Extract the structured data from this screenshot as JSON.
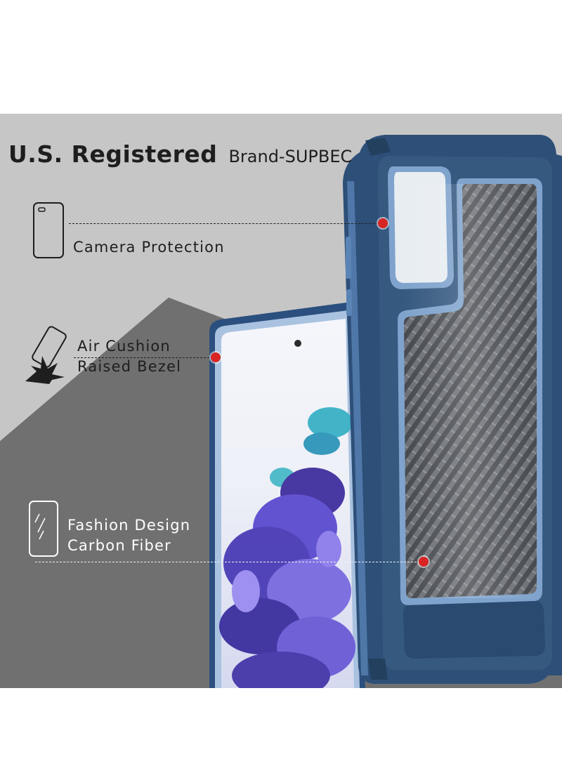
{
  "header": {
    "title": "U.S. Registered",
    "brand": "Brand-SUPBEC"
  },
  "features": [
    {
      "line1": "Camera Protection",
      "line2": "",
      "icon": "phone-outline-icon"
    },
    {
      "line1": "Air Cushion",
      "line2": "Raised Bezel",
      "icon": "drop-impact-icon"
    },
    {
      "line1": "Fashion Design",
      "line2": "Carbon Fiber",
      "icon": "clear-case-icon"
    }
  ],
  "colors": {
    "background_light": "#c6c6c6",
    "background_dark": "#707070",
    "case_blue": "#2d4f78",
    "marker_red": "#d92424"
  }
}
